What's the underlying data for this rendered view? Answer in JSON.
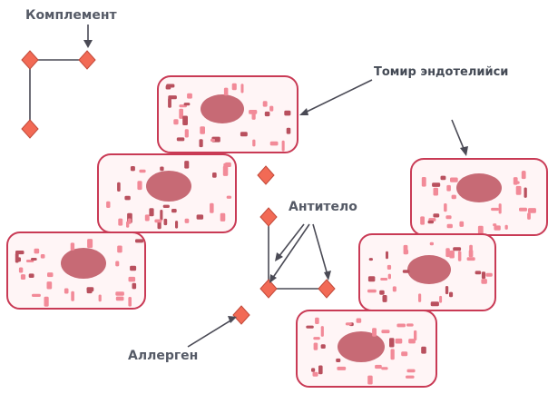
{
  "labels": {
    "complement": "Комплемент",
    "endothelial_cells": "Томир эндотелийси",
    "antibody": "Антитело",
    "allergen": "Аллерген"
  },
  "colors": {
    "cell_border": "#c93a55",
    "cell_fill": "#fff5f6",
    "nucleus": "#c76a75",
    "granule_pink": "#f28a98",
    "granule_dark": "#b9505e",
    "diamond_fill": "#f26a55",
    "diamond_border": "#c24a3a",
    "line": "#4a4a55",
    "text": "#555a66"
  }
}
